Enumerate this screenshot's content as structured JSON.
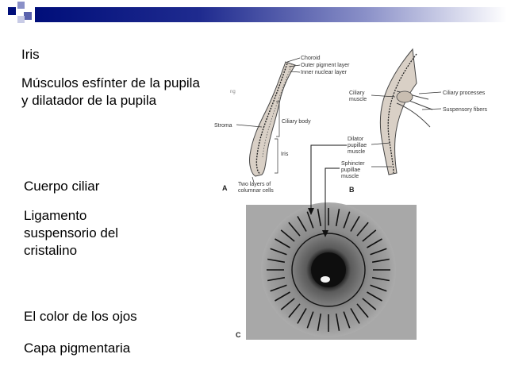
{
  "slide": {
    "bullets": [
      "Iris",
      "Músculos esfínter de la pupila y dilatador de la pupila",
      "Cuerpo ciliar",
      "Ligamento suspensorio del cristalino",
      "El color de los ojos",
      "Capa pigmentaria"
    ]
  },
  "figure_a": {
    "panel_letter": "A",
    "labels": {
      "choroid": "Choroid",
      "outer_pigment": "Outer pigment layer",
      "inner_nuclear": "Inner nuclear layer",
      "ciliary_body": "Ciliary body",
      "stroma": "Stroma",
      "iris": "Iris",
      "two_layers_1": "Two layers of",
      "two_layers_2": "columnar cells",
      "small_mark": "ng"
    }
  },
  "figure_b": {
    "panel_letter": "B",
    "labels": {
      "ciliary_muscle_1": "Ciliary",
      "ciliary_muscle_2": "muscle",
      "ciliary_processes": "Ciliary processes",
      "suspensory_fibers": "Suspensory fibers",
      "dilator_1": "Dilator",
      "dilator_2": "pupillae",
      "dilator_3": "muscle",
      "sphincter_1": "Sphincter",
      "sphincter_2": "pupillae",
      "sphincter_3": "muscle"
    }
  },
  "figure_c": {
    "panel_letter": "C"
  },
  "colors": {
    "header_dark": "#000e7a",
    "header_light": "#8a90c8",
    "line": "#333333"
  }
}
